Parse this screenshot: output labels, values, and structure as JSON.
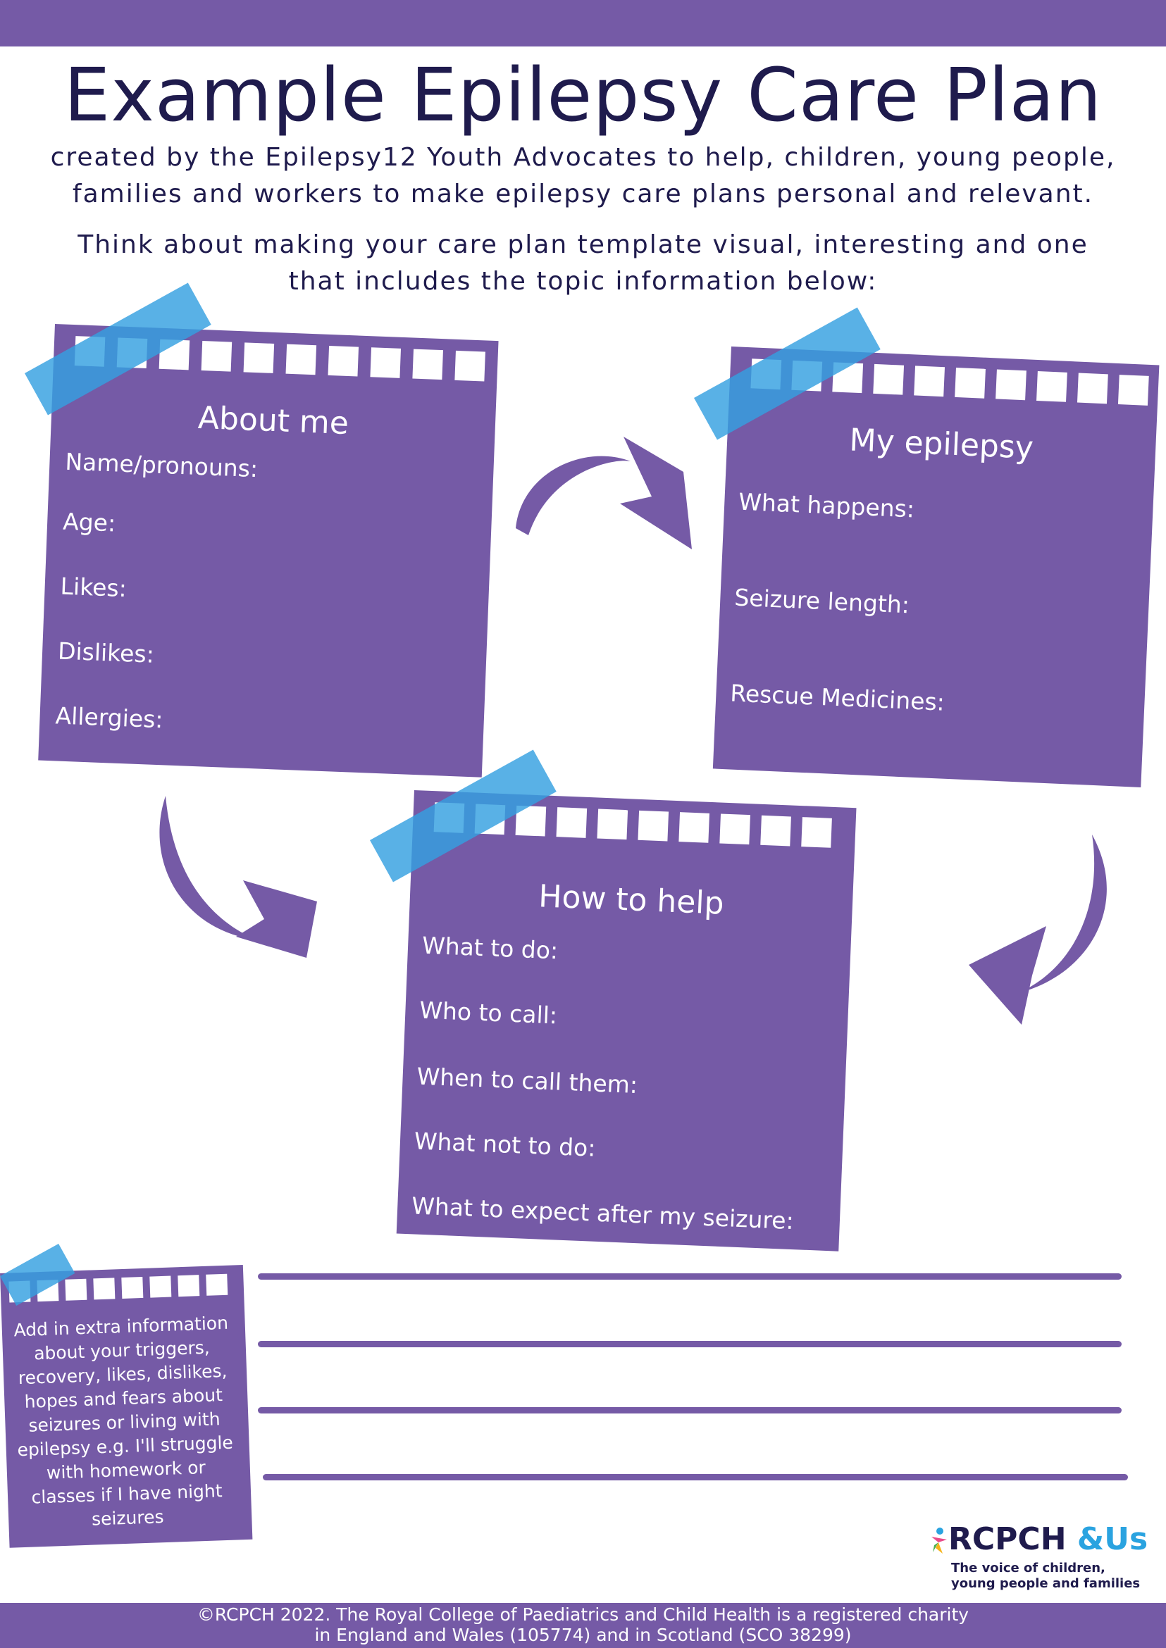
{
  "header": {
    "title": "Example Epilepsy Care Plan",
    "subtitle_line1": "created by the Epilepsy12 Youth Advocates to help, children, young people,",
    "subtitle_line2": "families and workers to make epilepsy care plans personal and relevant.",
    "intro_line1": "Think about making your care plan template visual, interesting and one",
    "intro_line2": "that includes the topic information below:"
  },
  "about_me": {
    "title": "About me",
    "fields": [
      "Name/pronouns:",
      "Age:",
      "Likes:",
      "Dislikes:",
      "Allergies:"
    ]
  },
  "my_epilepsy": {
    "title": "My epilepsy",
    "fields": [
      "What happens:",
      "Seizure length:",
      "Rescue Medicines:"
    ]
  },
  "how_to_help": {
    "title": "How to help",
    "fields": [
      "What to do:",
      "Who to call:",
      "When to call them:",
      "What not to do:",
      "What to expect after my seizure:"
    ]
  },
  "extra_note": {
    "text": "Add in extra information about your triggers, recovery, likes, dislikes, hopes and fears about seizures or living with epilepsy e.g. I'll struggle with homework or classes if I have night seizures"
  },
  "logo": {
    "name": "RCPCH",
    "suffix": "&Us",
    "tagline_line1": "The voice of children,",
    "tagline_line2": "young people and families"
  },
  "footer": {
    "line1": "©RCPCH 2022. The Royal College of Paediatrics and Child Health is a registered charity",
    "line2": "in England and Wales (105774) and in Scotland (SCO 38299)"
  },
  "colors": {
    "brand_purple": "#755aa6",
    "navy": "#1f1b4d",
    "tape_blue": "#34a0e1"
  }
}
